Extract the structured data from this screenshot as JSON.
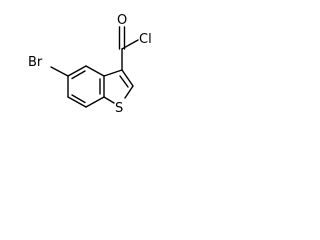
{
  "molecule": {
    "atoms": {
      "bromine": "Br",
      "chlorine": "Cl",
      "oxygen": "O",
      "sulfur": "S"
    }
  }
}
